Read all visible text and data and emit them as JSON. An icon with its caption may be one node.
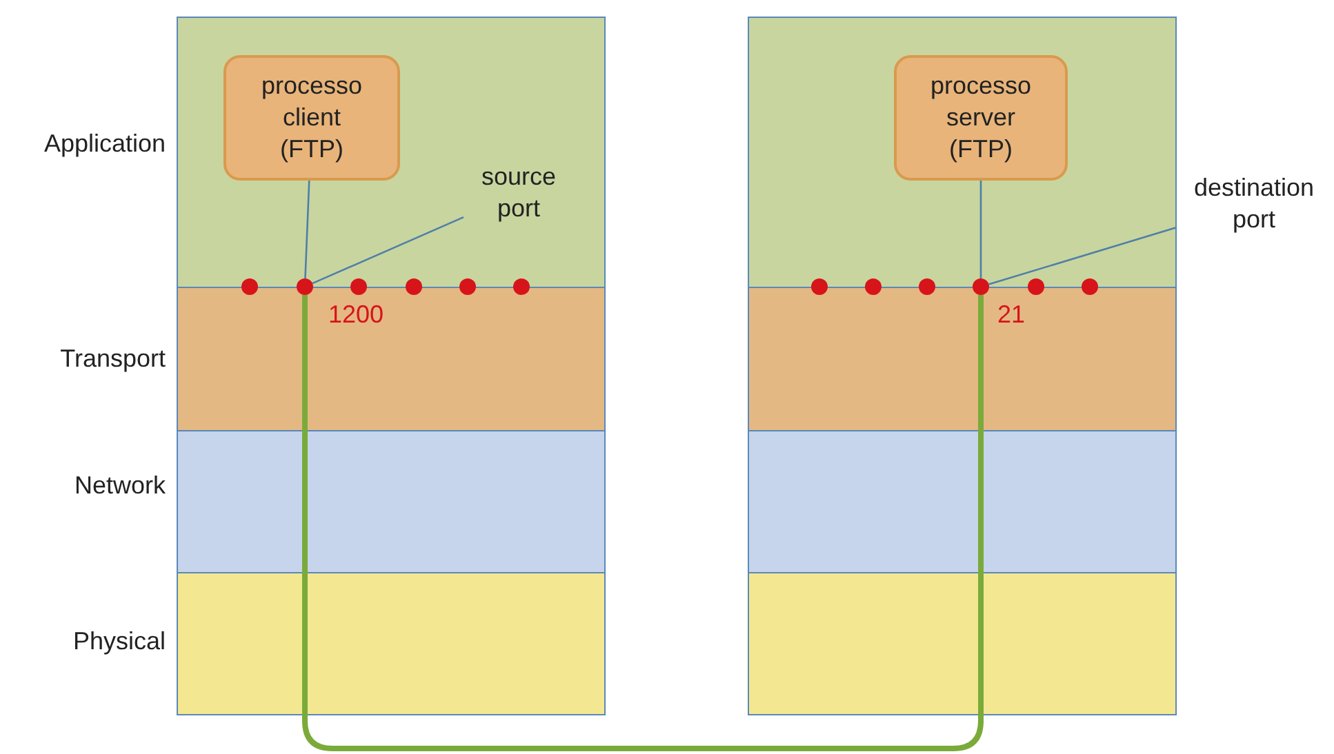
{
  "diagram": {
    "nodes": [
      {
        "text": [
          "processo client (FTP)"
        ]
      },
      {
        "text": [
          "processo server (FTP)"
        ]
      },
      {
        "text": [],
        "shape": "circle"
      },
      {
        "text": [],
        "shape": "circle",
        "beside": [
          "1200"
        ]
      },
      {
        "text": [],
        "shape": "circle"
      },
      {
        "text": [],
        "shape": "circle"
      },
      {
        "text": [],
        "shape": "circle"
      },
      {
        "text": [],
        "shape": "circle"
      },
      {
        "text": [],
        "shape": "circle"
      },
      {
        "text": [],
        "shape": "circle"
      },
      {
        "text": [],
        "shape": "circle"
      },
      {
        "text": [],
        "shape": "circle",
        "beside": [
          "21"
        ]
      },
      {
        "text": [],
        "shape": "circle"
      },
      {
        "text": [],
        "shape": "circle"
      },
      {
        "text": [
          "source port"
        ]
      },
      {
        "text": [
          "destination port"
        ]
      }
    ],
    "edges": [
      {
        "from": 0,
        "to": 3,
        "arrow": "none"
      },
      {
        "from": 1,
        "to": 11,
        "arrow": "none"
      },
      {
        "from": 3,
        "to": 11,
        "arrow": "none",
        "style": "thick",
        "color": "#7aab3a"
      },
      {
        "from": 14,
        "to": 3,
        "arrow": "none"
      },
      {
        "from": 15,
        "to": 11,
        "arrow": "none"
      }
    ],
    "labels": [
      "Application",
      "Transport",
      "Network",
      "Physical"
    ]
  }
}
